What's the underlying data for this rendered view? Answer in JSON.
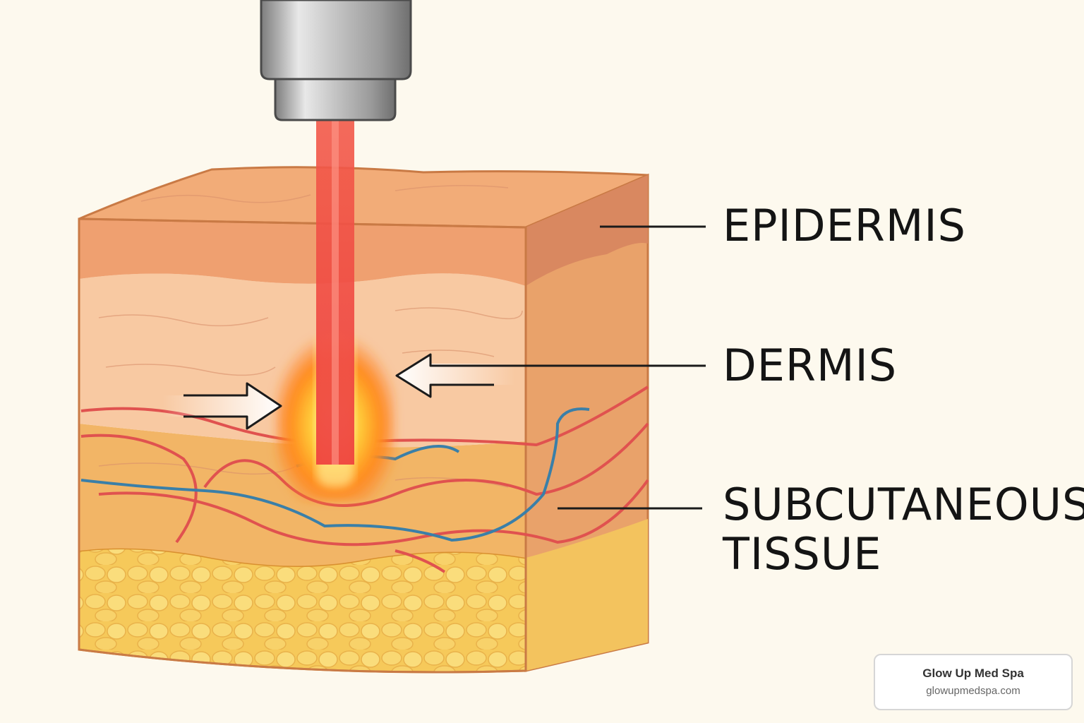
{
  "labels": {
    "epidermis": "EPIDERMIS",
    "dermis": "DERMIS",
    "subcutaneous_line1": "SUBCUTANEOUS",
    "subcutaneous_line2": "TISSUE"
  },
  "brand": {
    "name": "Glow Up Med Spa",
    "url": "glowupmedspa.com"
  },
  "colors": {
    "background": "#fdf9ee",
    "laser_beam": "#f04848",
    "epidermis": "#f0a070",
    "dermis": "#f8c8a0",
    "subcutaneous": "#f5b858",
    "fat": "#f7cf63",
    "artery": "#e05050",
    "vein": "#3a7fa8"
  },
  "icons": [
    "laser-handpiece-icon",
    "arrow-right-icon",
    "arrow-left-icon",
    "heat-glow-icon"
  ]
}
